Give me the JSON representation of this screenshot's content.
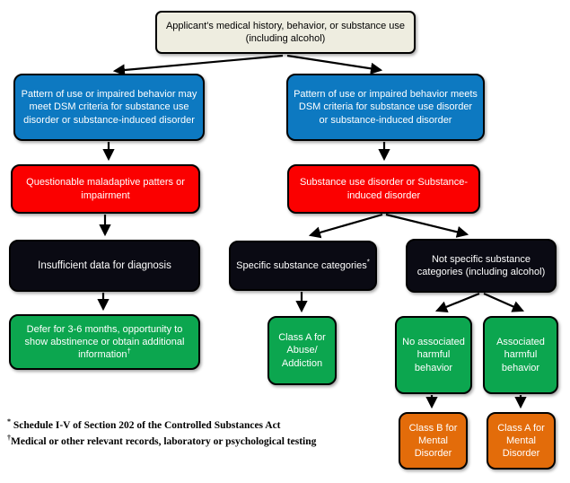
{
  "colors": {
    "cream": "#EEEDE0",
    "blue": "#0D79C1",
    "red": "#FB0000",
    "black": "#0A0A13",
    "green": "#0CA64F",
    "orange": "#E36C0A",
    "arrow": "#000000"
  },
  "nodes": {
    "root": {
      "label": "Applicant's medical history, behavior, or substance use (including alcohol)"
    },
    "may_meet": {
      "label": "Pattern of use or impaired behavior may meet DSM criteria for substance use disorder or substance-induced disorder"
    },
    "meets": {
      "label": "Pattern of use or impaired behavior meets DSM criteria for substance use disorder or substance-induced disorder"
    },
    "questionable": {
      "label": "Questionable maladaptive patters or impairment"
    },
    "sud": {
      "label": "Substance use disorder or Substance-induced disorder"
    },
    "insufficient": {
      "label": "Insufficient data for diagnosis"
    },
    "specific": {
      "label": "Specific substance categories",
      "sup": "*"
    },
    "not_specific": {
      "label": "Not specific substance categories (including alcohol)"
    },
    "defer": {
      "label": "Defer for 3-6 months, opportunity to show abstinence or obtain additional information",
      "sup": "†"
    },
    "class_a_abuse": {
      "label": "Class A for Abuse/ Addiction"
    },
    "no_harmful": {
      "label": "No associated harmful behavior"
    },
    "harmful": {
      "label": "Associated harmful behavior"
    },
    "class_b_mental": {
      "label": "Class B for Mental Disorder"
    },
    "class_a_mental": {
      "label": "Class A for Mental Disorder"
    }
  },
  "footnotes": [
    {
      "marker": "*",
      "text": " Schedule I-V of Section 202 of the Controlled Substances Act"
    },
    {
      "marker": "†",
      "text": "Medical or other relevant records, laboratory or psychological testing"
    }
  ]
}
